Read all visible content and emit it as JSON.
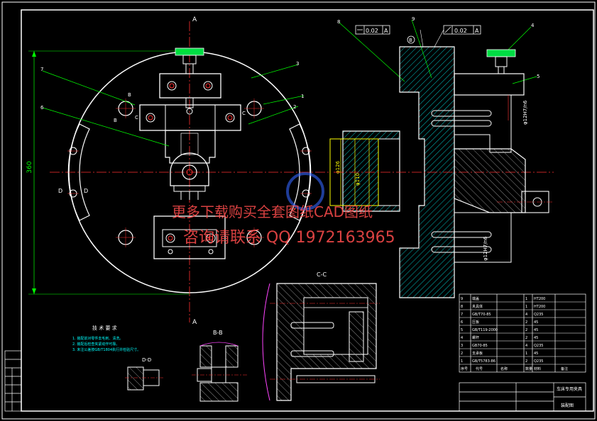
{
  "watermark": {
    "line1": "更多下载购买全套图纸CAD图纸",
    "line2": "咨询请联系 QQ 1972163965"
  },
  "views": {
    "cc": "C-C",
    "bb": "B-B",
    "dd": "D-D",
    "a_top": "A",
    "a_bottom": "A"
  },
  "dims": {
    "overall": "360",
    "bore": "φ126",
    "bore2": "φ110"
  },
  "tolerance": {
    "flatness": "0.02",
    "parallel": "0.02",
    "datum": "A",
    "datum_b": "B"
  },
  "balloons": [
    "1",
    "2",
    "3",
    "4",
    "5",
    "6",
    "7",
    "8",
    "9"
  ],
  "notes": {
    "title": "技 术 要 求",
    "items": [
      "1. 装配前对零件去毛刺、清洗。",
      "2. 装配后检查夹紧动作可靠。",
      "3. 未注公差按GB/T1804执行并检验尺寸。"
    ]
  },
  "bom": {
    "rows": [
      [
        "9",
        "端盖",
        "1",
        "HT200"
      ],
      [
        "8",
        "夹具体",
        "1",
        "HT200"
      ],
      [
        "7",
        "GB/T70-85",
        "4",
        "Q235"
      ],
      [
        "6",
        "压板",
        "2",
        "45"
      ],
      [
        "5",
        "GB/T119-2000",
        "2",
        "45"
      ],
      [
        "4",
        "螺杆",
        "2",
        "45"
      ],
      [
        "3",
        "GB70-85",
        "4",
        "Q235"
      ],
      [
        "2",
        "支承板",
        "1",
        "45"
      ],
      [
        "1",
        "GB/T5783-86",
        "2",
        "Q235"
      ]
    ],
    "header": [
      "序号",
      "代号",
      "名称",
      "数量",
      "材料",
      "备注"
    ]
  },
  "titleblock": {
    "name": "车床专用夹具",
    "drawing": "装配图"
  },
  "colors": {
    "line": "#ffffff",
    "center": "#ff3030",
    "leader": "#00ff00",
    "hatch": "#00ffff",
    "cyan": "#00ffff",
    "yellow": "#ffff00",
    "magenta": "#ff44ff",
    "blue": "#3366ff",
    "watermark": "#ff4d4d"
  }
}
